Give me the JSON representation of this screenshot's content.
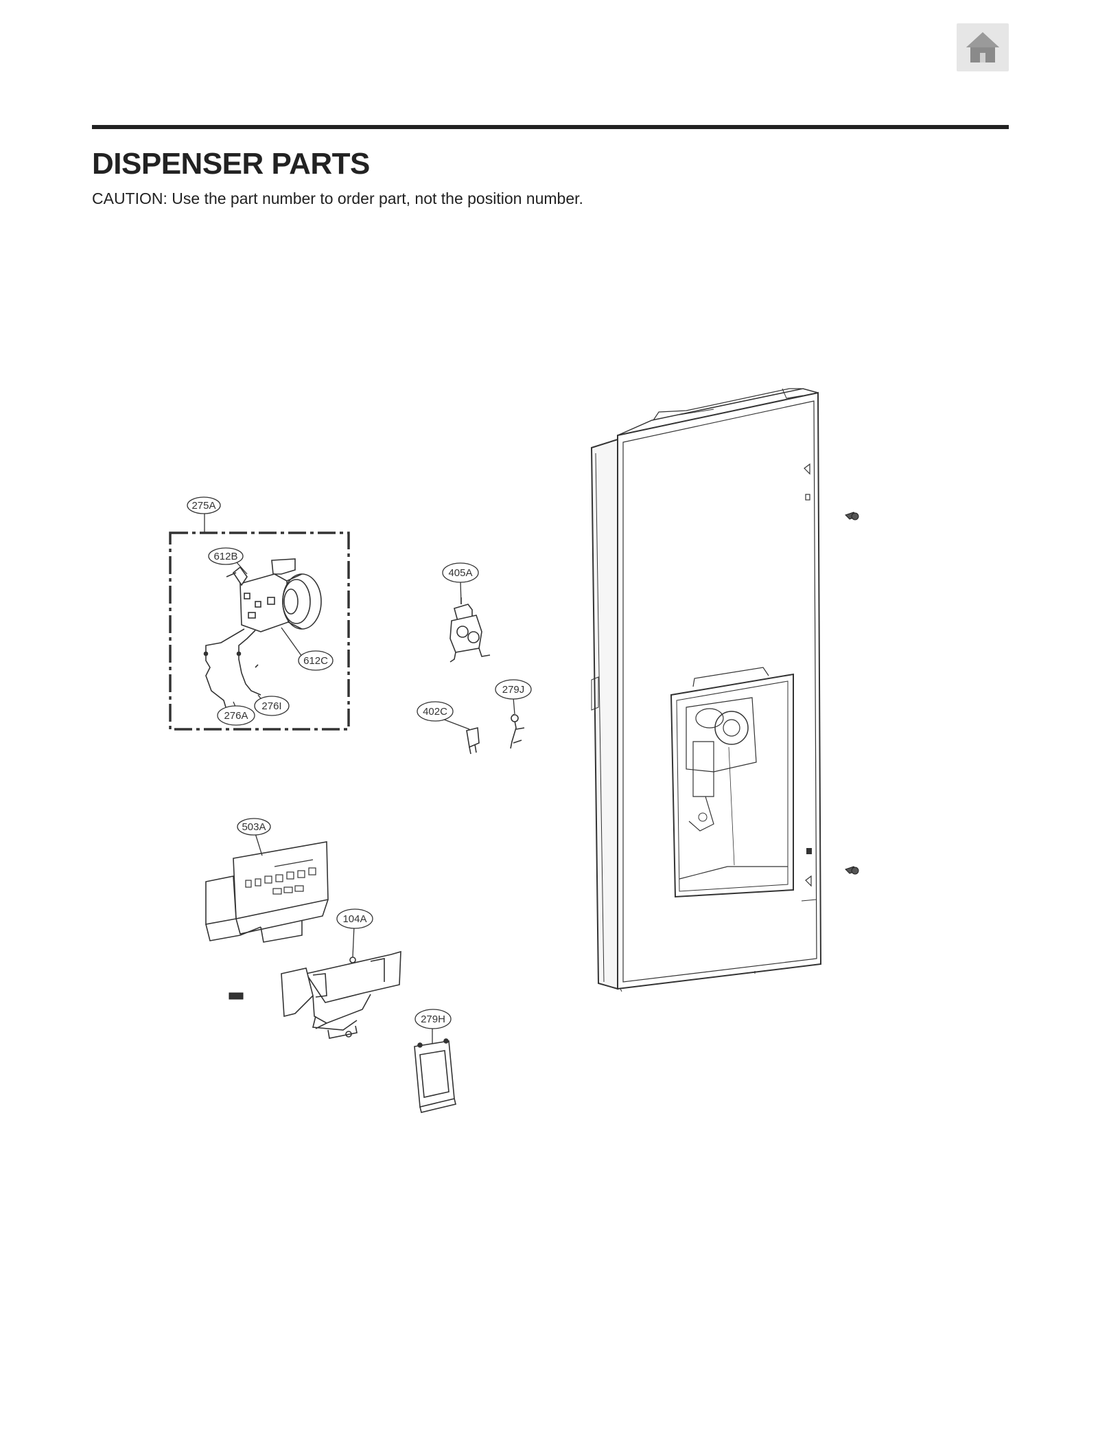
{
  "page": {
    "title": "DISPENSER PARTS",
    "caution": "CAUTION: Use the part number to order part, not the position number."
  },
  "nav": {
    "home_icon": "home-icon"
  },
  "callouts": {
    "c275A": "275A",
    "c612B": "612B",
    "c612C": "612C",
    "c276A": "276A",
    "c276I": "276I",
    "c405A": "405A",
    "c279J": "279J",
    "c402C": "402C",
    "c503A": "503A",
    "c104A": "104A",
    "c279H": "279H"
  }
}
